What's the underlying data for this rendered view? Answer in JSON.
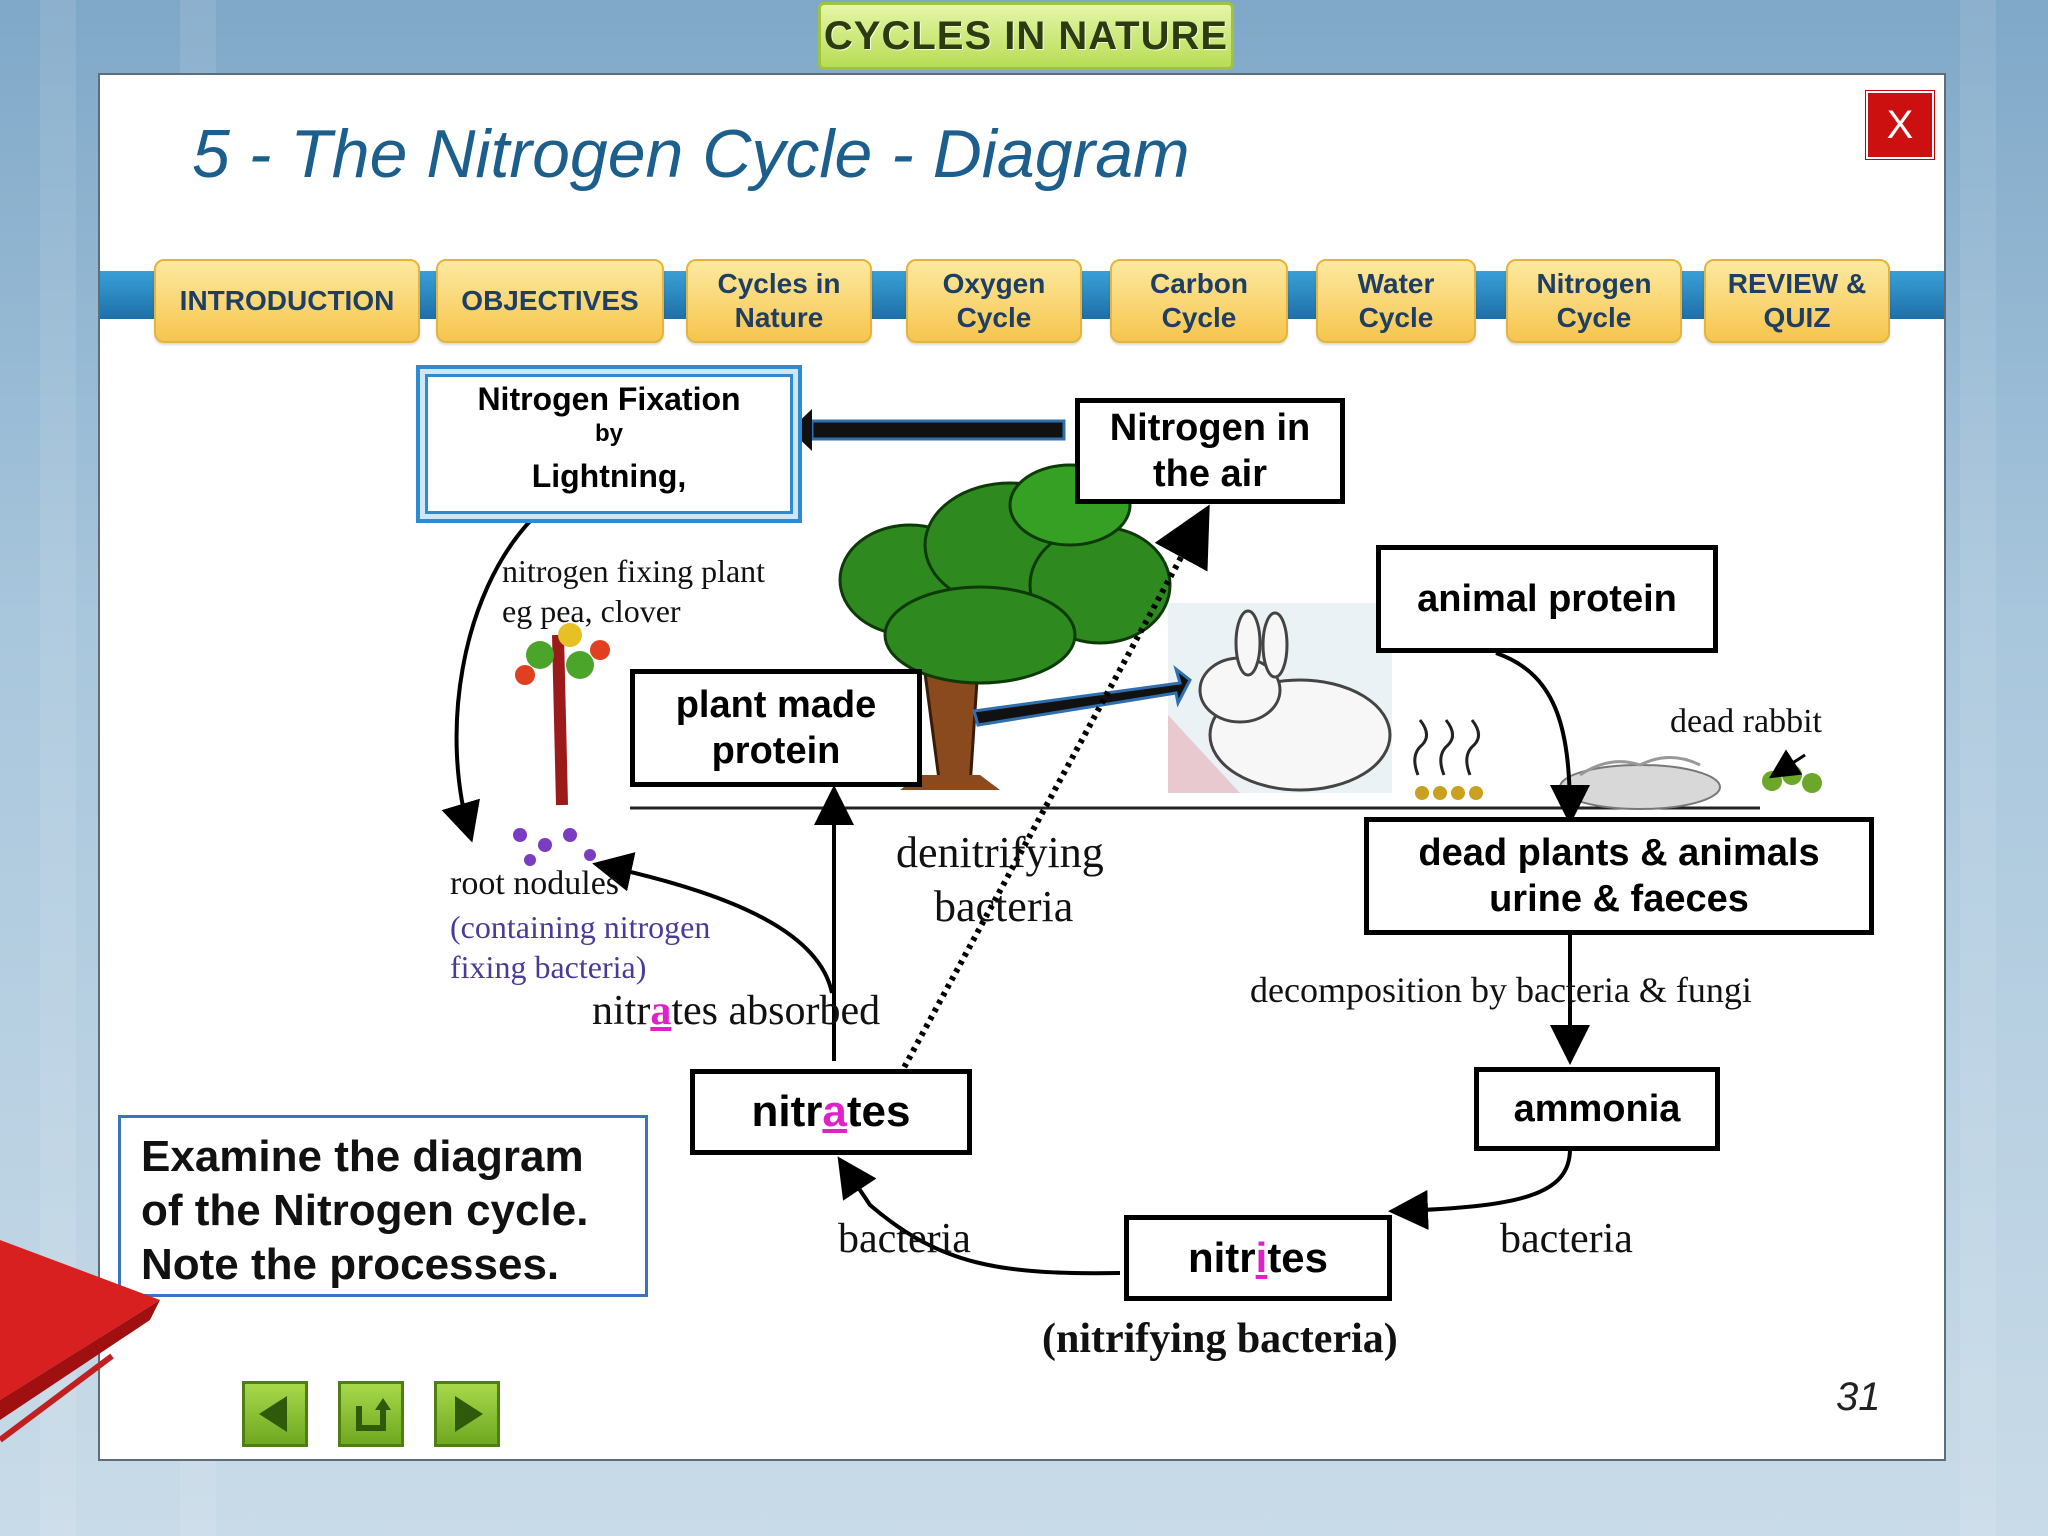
{
  "banner": "CYCLES IN NATURE",
  "slide": {
    "title": "5 - The Nitrogen Cycle - Diagram",
    "close_label": "X",
    "page_number": "31"
  },
  "nav": [
    {
      "line1": "INTRODUCTION",
      "line2": ""
    },
    {
      "line1": "OBJECTIVES",
      "line2": ""
    },
    {
      "line1": "Cycles in",
      "line2": "Nature"
    },
    {
      "line1": "Oxygen",
      "line2": "Cycle"
    },
    {
      "line1": "Carbon",
      "line2": "Cycle"
    },
    {
      "line1": "Water",
      "line2": "Cycle"
    },
    {
      "line1": "Nitrogen",
      "line2": "Cycle"
    },
    {
      "line1": "REVIEW &",
      "line2": "QUIZ"
    }
  ],
  "diagram": {
    "fixation": {
      "title": "Nitrogen Fixation",
      "by": "by",
      "agent": "Lightning,"
    },
    "nitrogen_air": {
      "line1": "Nitrogen in",
      "line2": "the air"
    },
    "plant_protein": {
      "line1": "plant made",
      "line2": "protein"
    },
    "animal_protein": "animal protein",
    "dead": {
      "line1": "dead plants & animals",
      "line2": "urine & faeces"
    },
    "ammonia": "ammonia",
    "nitrites": {
      "pre": "nitr",
      "hl": "i",
      "post": "tes"
    },
    "nitrates": {
      "pre": "nitr",
      "hl": "a",
      "post": "tes"
    },
    "labels": {
      "fixing_plant_1": "nitrogen fixing plant",
      "fixing_plant_2": "eg pea, clover",
      "root_nodules": "root nodules",
      "containing_1": "(containing nitrogen",
      "containing_2": "fixing bacteria)",
      "nitrates_absorbed": {
        "pre": "nitr",
        "hl": "a",
        "post": "tes absorbed"
      },
      "denitrifying_1": "denitrifying",
      "denitrifying_2": "bacteria",
      "dead_rabbit": "dead rabbit",
      "decomposition": "decomposition by bacteria & fungi",
      "bacteria_left": "bacteria",
      "bacteria_right": "bacteria",
      "nitrifying": "(nitrifying bacteria)"
    }
  },
  "instruction": {
    "line1": "Examine the diagram",
    "line2": "of the Nitrogen cycle.",
    "line3": "Note the processes."
  },
  "colors": {
    "title": "#1c5f8c",
    "highlight": "#e020c8",
    "nav_fill": "#f6c54d",
    "banner": "#b7dd55"
  }
}
